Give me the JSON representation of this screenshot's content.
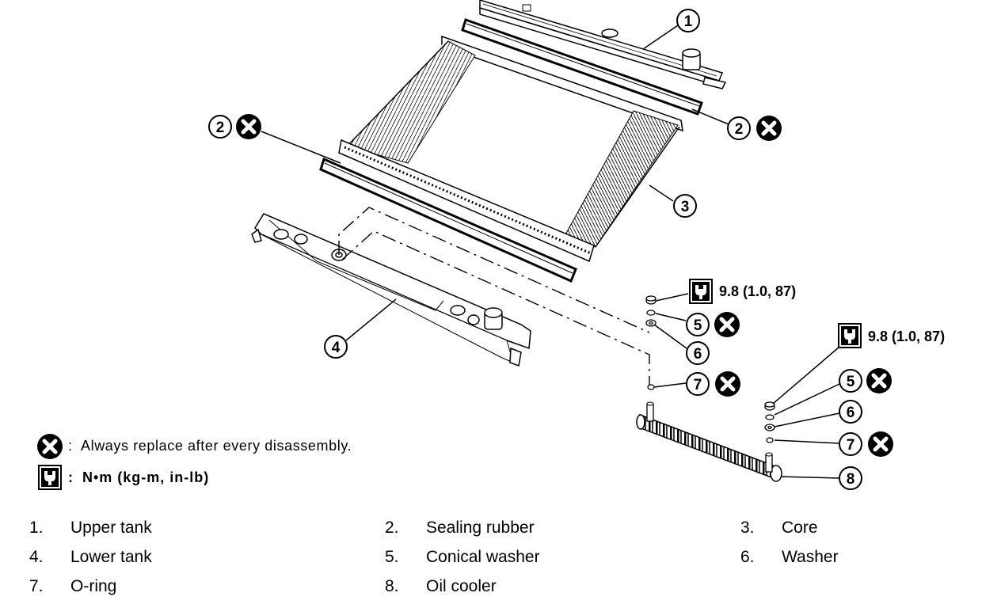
{
  "callouts": {
    "c1": "1",
    "c2a": "2",
    "c2b": "2",
    "c3": "3",
    "c4": "4",
    "c5a": "5",
    "c6a": "6",
    "c7a": "7",
    "c5b": "5",
    "c6b": "6",
    "c7b": "7",
    "c8": "8"
  },
  "torque": {
    "upper": "9.8 (1.0, 87)",
    "lower": "9.8 (1.0, 87)"
  },
  "legend": {
    "replace_sep": ":",
    "replace_text": "Always replace after every disassembly.",
    "torque_sep": ":",
    "torque_text": "N•m (kg-m, in-lb)"
  },
  "parts": [
    {
      "num": "1.",
      "label": "Upper tank"
    },
    {
      "num": "2.",
      "label": "Sealing rubber"
    },
    {
      "num": "3.",
      "label": "Core"
    },
    {
      "num": "4.",
      "label": "Lower tank"
    },
    {
      "num": "5.",
      "label": "Conical washer"
    },
    {
      "num": "6.",
      "label": "Washer"
    },
    {
      "num": "7.",
      "label": "O-ring"
    },
    {
      "num": "8.",
      "label": "Oil cooler"
    }
  ],
  "icons": {
    "replace": "x-circle-icon",
    "torque": "wrench-torque-icon"
  }
}
